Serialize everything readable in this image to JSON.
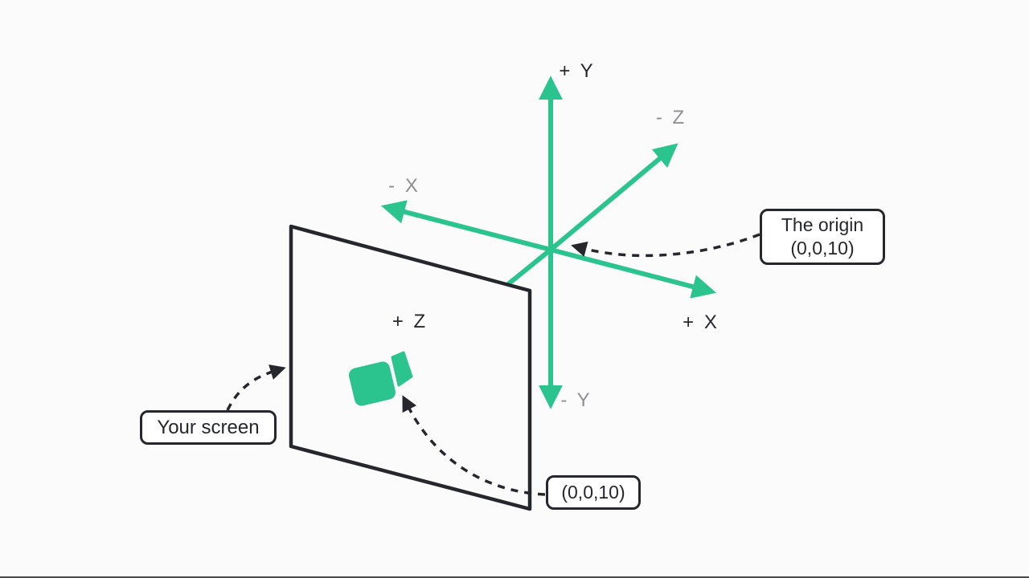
{
  "diagram": {
    "axes": [
      {
        "id": "pos-y",
        "label": "+ Y",
        "tone": "dark"
      },
      {
        "id": "neg-z",
        "label": "- Z",
        "tone": "gray"
      },
      {
        "id": "neg-x",
        "label": "- X",
        "tone": "gray"
      },
      {
        "id": "pos-x",
        "label": "+ X",
        "tone": "dark"
      },
      {
        "id": "neg-y",
        "label": "- Y",
        "tone": "gray"
      },
      {
        "id": "pos-z",
        "label": "+ Z",
        "tone": "dark"
      }
    ],
    "callouts": {
      "origin": {
        "line1": "The origin",
        "line2": "(0,0,10)"
      },
      "screen": {
        "label": "Your screen"
      },
      "camera": {
        "label": "(0,0,10)"
      }
    },
    "icons": {
      "camera": "video-camera-icon"
    },
    "colors": {
      "axis_green": "#2bc48e",
      "ink": "#26272c",
      "muted": "#8e8f93",
      "background": "#fbfbfb",
      "callout_bg": "#ffffff"
    }
  }
}
